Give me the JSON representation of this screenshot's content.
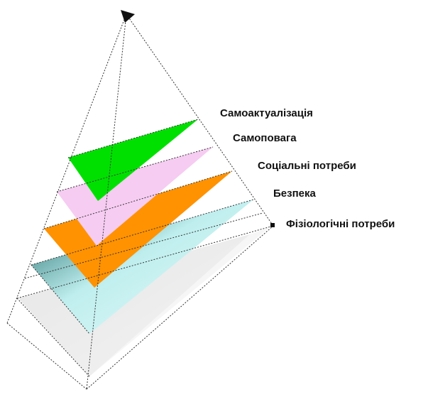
{
  "levels": [
    {
      "label": "Самоактуалізація",
      "color": "#00e000"
    },
    {
      "label": "Самоповага",
      "color": "#f5c8f0"
    },
    {
      "label": "Соціальні потреби",
      "color": "#ff9200"
    },
    {
      "label": "Безпека",
      "color": "#bfeeee"
    },
    {
      "label": "Фізіологічні потреби",
      "color": "#eeeeee"
    }
  ],
  "accent_dark": "#0f5d5d"
}
